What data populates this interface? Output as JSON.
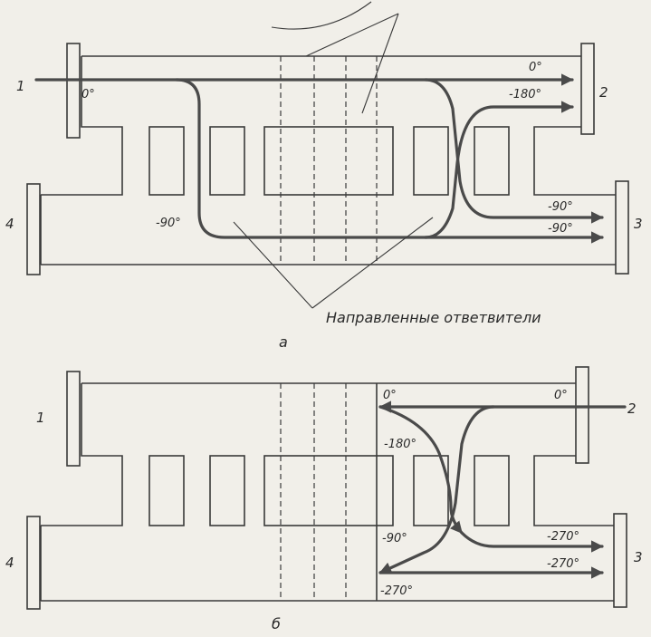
{
  "panel_a": {
    "port1": "1",
    "port2": "2",
    "port3": "3",
    "port4": "4",
    "phase_in": "0°",
    "phase_out_top": "0°",
    "phase_out_top_2": "-180°",
    "phase_left_low": "-90°",
    "phase_out_low_1": "-90°",
    "phase_out_low_2": "-90°",
    "coupler_label": "Направленные ответвители",
    "letter": "а"
  },
  "panel_b": {
    "port1": "1",
    "port2": "2",
    "port3": "3",
    "port4": "4",
    "phase_left": "0°",
    "phase_right": "0°",
    "phase_mid": "-180°",
    "phase_low_left": "-90°",
    "phase_low_left_2": "-270°",
    "phase_out_1": "-270°",
    "phase_out_2": "-270°",
    "letter": "б"
  }
}
